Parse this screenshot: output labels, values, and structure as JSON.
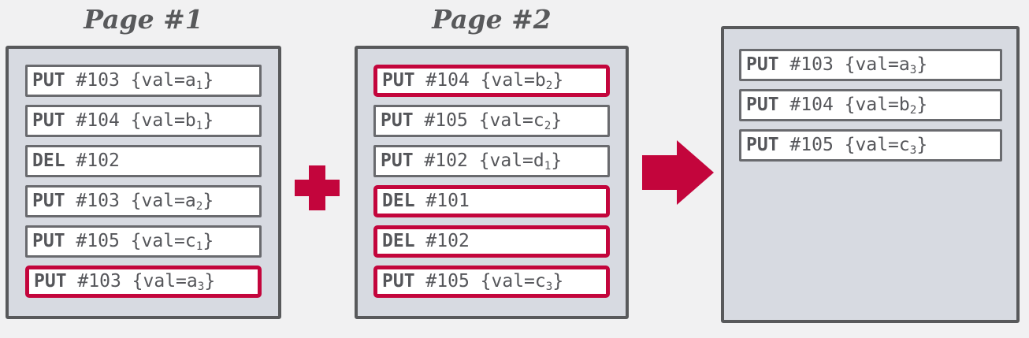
{
  "diagram": {
    "background": "#F1F1F2",
    "accent": "#C3053C",
    "box_fill": "#D7DAE1",
    "box_border": "#58595B",
    "row_border": "#696A6E",
    "text_color": "#55565A",
    "val_prefix": "{val=",
    "val_suffix": "}"
  },
  "icons": {
    "plus_icon": "+",
    "arrow_right_icon": "→"
  },
  "pages": [
    {
      "title": "Page #1",
      "rows": [
        {
          "op": "PUT",
          "key": "#103",
          "val": "a",
          "sub": "1",
          "highlight": false
        },
        {
          "op": "PUT",
          "key": "#104",
          "val": "b",
          "sub": "1",
          "highlight": false
        },
        {
          "op": "DEL",
          "key": "#102",
          "val": null,
          "sub": null,
          "highlight": false
        },
        {
          "op": "PUT",
          "key": "#103",
          "val": "a",
          "sub": "2",
          "highlight": false
        },
        {
          "op": "PUT",
          "key": "#105",
          "val": "c",
          "sub": "1",
          "highlight": false
        },
        {
          "op": "PUT",
          "key": "#103",
          "val": "a",
          "sub": "3",
          "highlight": true
        }
      ]
    },
    {
      "title": "Page #2",
      "rows": [
        {
          "op": "PUT",
          "key": "#104",
          "val": "b",
          "sub": "2",
          "highlight": true
        },
        {
          "op": "PUT",
          "key": "#105",
          "val": "c",
          "sub": "2",
          "highlight": false
        },
        {
          "op": "PUT",
          "key": "#102",
          "val": "d",
          "sub": "1",
          "highlight": false
        },
        {
          "op": "DEL",
          "key": "#101",
          "val": null,
          "sub": null,
          "highlight": true
        },
        {
          "op": "DEL",
          "key": "#102",
          "val": null,
          "sub": null,
          "highlight": true
        },
        {
          "op": "PUT",
          "key": "#105",
          "val": "c",
          "sub": "3",
          "highlight": true
        }
      ]
    }
  ],
  "result_page": {
    "rows": [
      {
        "op": "PUT",
        "key": "#103",
        "val": "a",
        "sub": "3",
        "highlight": false
      },
      {
        "op": "PUT",
        "key": "#104",
        "val": "b",
        "sub": "2",
        "highlight": false
      },
      {
        "op": "PUT",
        "key": "#105",
        "val": "c",
        "sub": "3",
        "highlight": false
      }
    ]
  }
}
